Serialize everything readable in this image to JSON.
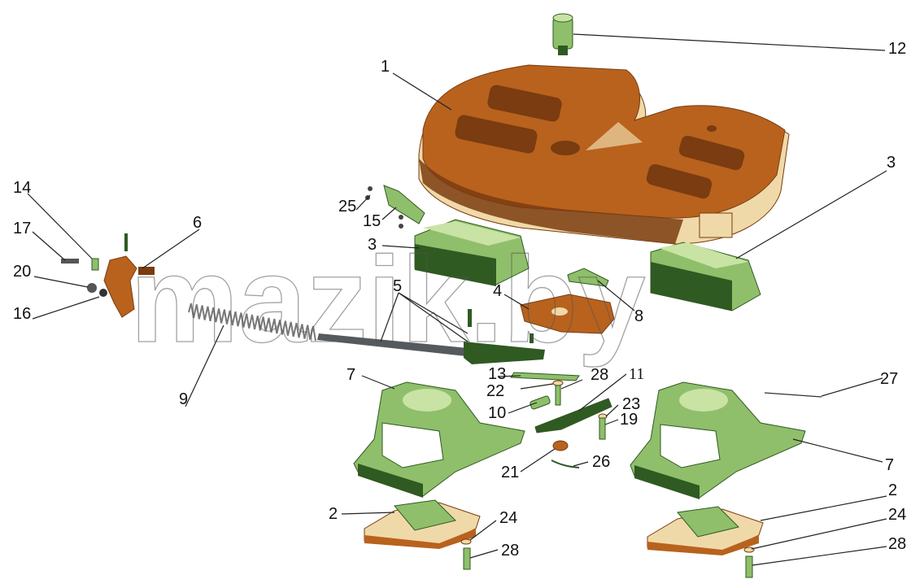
{
  "watermark": "mazik.by",
  "callouts": {
    "c1": "1",
    "c2a": "2",
    "c2b": "2",
    "c3a": "3",
    "c3b": "3",
    "c4": "4",
    "c5": "5",
    "c6": "6",
    "c7a": "7",
    "c7b": "7",
    "c8": "8",
    "c9": "9",
    "c10": "10",
    "c11": "11",
    "c12": "12",
    "c13": "13",
    "c14": "14",
    "c15": "15",
    "c16": "16",
    "c17": "17",
    "c19": "19",
    "c20": "20",
    "c21": "21",
    "c22": "22",
    "c23": "23",
    "c24a": "24",
    "c24b": "24",
    "c25": "25",
    "c26": "26",
    "c27": "27",
    "c28a": "28",
    "c28b": "28",
    "c28c": "28"
  },
  "colors": {
    "plate": "#b8621e",
    "plate_dark": "#7a3c10",
    "plate_light": "#f0d9a8",
    "green": "#8fbf6a",
    "green_dark": "#2f5a22",
    "green_light": "#c9e3a4",
    "rod": "#555a5e",
    "spring": "#777777"
  }
}
